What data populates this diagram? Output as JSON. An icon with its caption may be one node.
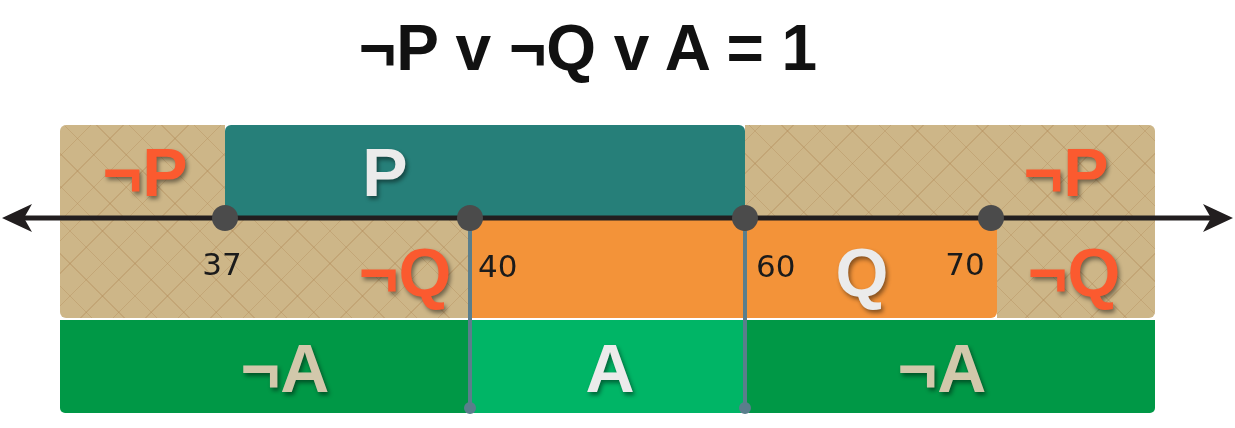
{
  "diagram": {
    "title": "¬P v ¬Q v A = 1",
    "nodes": [
      {
        "text": [
          "¬P"
        ]
      },
      {
        "text": [
          "P"
        ]
      },
      {
        "text": [
          "¬P"
        ]
      },
      {
        "text": [
          "¬Q"
        ]
      },
      {
        "text": [
          "Q"
        ]
      },
      {
        "text": [
          "¬Q"
        ]
      },
      {
        "text": [
          "¬A"
        ]
      },
      {
        "text": [
          "A"
        ]
      },
      {
        "text": [
          "¬A"
        ]
      }
    ],
    "labels": [
      "37",
      "40",
      "60",
      "70"
    ]
  }
}
